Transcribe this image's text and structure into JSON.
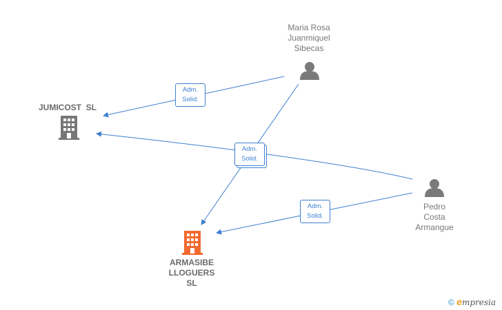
{
  "nodes": {
    "maria": {
      "label_lines": [
        "Maria Rosa",
        "Juanmiquel",
        "Sibecas"
      ],
      "icon": "person-icon"
    },
    "pedro": {
      "label_lines": [
        "Pedro",
        "Costa",
        "Armangue"
      ],
      "icon": "person-icon"
    },
    "jumicost": {
      "label": "JUMICOST  SL",
      "icon": "building-icon"
    },
    "armasibe": {
      "label_lines": [
        "ARMASIBE",
        "LLOGUERS",
        "SL"
      ],
      "icon": "building-icon"
    }
  },
  "edges": [
    {
      "id": "maria-jumicost",
      "line1": "Adm.",
      "line2": "Solid."
    },
    {
      "id": "center",
      "line1": "Adm.",
      "line2": "Solid."
    },
    {
      "id": "pedro-armasibe",
      "line1": "Adm.",
      "line2": "Solid."
    }
  ],
  "colors": {
    "edge": "#3d7fd1",
    "person": "#7a7a7a",
    "building_gray": "#777777",
    "building_focus": "#f26a30"
  },
  "footer": {
    "copyright": "©",
    "brand_initial": "e",
    "brand_rest": "mpresia"
  }
}
